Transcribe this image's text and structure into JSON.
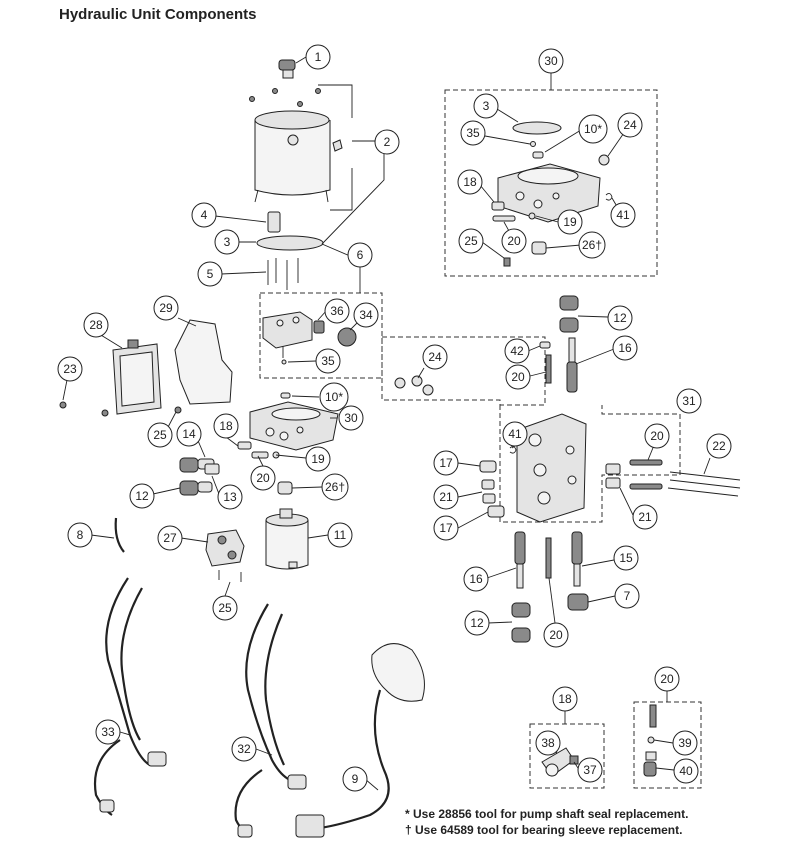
{
  "title": "Hydraulic Unit Components",
  "notes": [
    "* Use 28856 tool for pump shaft seal replacement.",
    "† Use 64589 tool for bearing sleeve replacement."
  ],
  "callouts": [
    {
      "id": "c1",
      "label": "1"
    },
    {
      "id": "c2",
      "label": "2"
    },
    {
      "id": "c3a",
      "label": "3"
    },
    {
      "id": "c4",
      "label": "4"
    },
    {
      "id": "c5",
      "label": "5"
    },
    {
      "id": "c6",
      "label": "6"
    },
    {
      "id": "c8",
      "label": "8"
    },
    {
      "id": "c9",
      "label": "9"
    },
    {
      "id": "c10a",
      "label": "10*"
    },
    {
      "id": "c11",
      "label": "11"
    },
    {
      "id": "c12a",
      "label": "12"
    },
    {
      "id": "c13",
      "label": "13"
    },
    {
      "id": "c14",
      "label": "14"
    },
    {
      "id": "c18a",
      "label": "18"
    },
    {
      "id": "c19a",
      "label": "19"
    },
    {
      "id": "c20a",
      "label": "20"
    },
    {
      "id": "c23",
      "label": "23"
    },
    {
      "id": "c25a",
      "label": "25"
    },
    {
      "id": "c25b",
      "label": "25"
    },
    {
      "id": "c26a",
      "label": "26†"
    },
    {
      "id": "c27",
      "label": "27"
    },
    {
      "id": "c28",
      "label": "28"
    },
    {
      "id": "c29",
      "label": "29"
    },
    {
      "id": "c30a",
      "label": "30"
    },
    {
      "id": "c32",
      "label": "32"
    },
    {
      "id": "c33",
      "label": "33"
    },
    {
      "id": "c34",
      "label": "34"
    },
    {
      "id": "c35a",
      "label": "35"
    },
    {
      "id": "c36",
      "label": "36"
    },
    {
      "id": "c30b",
      "label": "30"
    },
    {
      "id": "c3b",
      "label": "3"
    },
    {
      "id": "c35b",
      "label": "35"
    },
    {
      "id": "c10b",
      "label": "10*"
    },
    {
      "id": "c24a",
      "label": "24"
    },
    {
      "id": "c18b",
      "label": "18"
    },
    {
      "id": "c19b",
      "label": "19"
    },
    {
      "id": "c41a",
      "label": "41"
    },
    {
      "id": "c25c",
      "label": "25"
    },
    {
      "id": "c20b",
      "label": "20"
    },
    {
      "id": "c26b",
      "label": "26†"
    },
    {
      "id": "c12b",
      "label": "12"
    },
    {
      "id": "c16a",
      "label": "16"
    },
    {
      "id": "c42",
      "label": "42"
    },
    {
      "id": "c20c",
      "label": "20"
    },
    {
      "id": "c24b",
      "label": "24"
    },
    {
      "id": "c31",
      "label": "31"
    },
    {
      "id": "c41b",
      "label": "41"
    },
    {
      "id": "c20d",
      "label": "20"
    },
    {
      "id": "c22",
      "label": "22"
    },
    {
      "id": "c17a",
      "label": "17"
    },
    {
      "id": "c21a",
      "label": "21"
    },
    {
      "id": "c21b",
      "label": "21"
    },
    {
      "id": "c17b",
      "label": "17"
    },
    {
      "id": "c16b",
      "label": "16"
    },
    {
      "id": "c15",
      "label": "15"
    },
    {
      "id": "c7",
      "label": "7"
    },
    {
      "id": "c12c",
      "label": "12"
    },
    {
      "id": "c20e",
      "label": "20"
    },
    {
      "id": "c18c",
      "label": "18"
    },
    {
      "id": "c38",
      "label": "38"
    },
    {
      "id": "c37",
      "label": "37"
    },
    {
      "id": "c20f",
      "label": "20"
    },
    {
      "id": "c39",
      "label": "39"
    },
    {
      "id": "c40",
      "label": "40"
    }
  ]
}
